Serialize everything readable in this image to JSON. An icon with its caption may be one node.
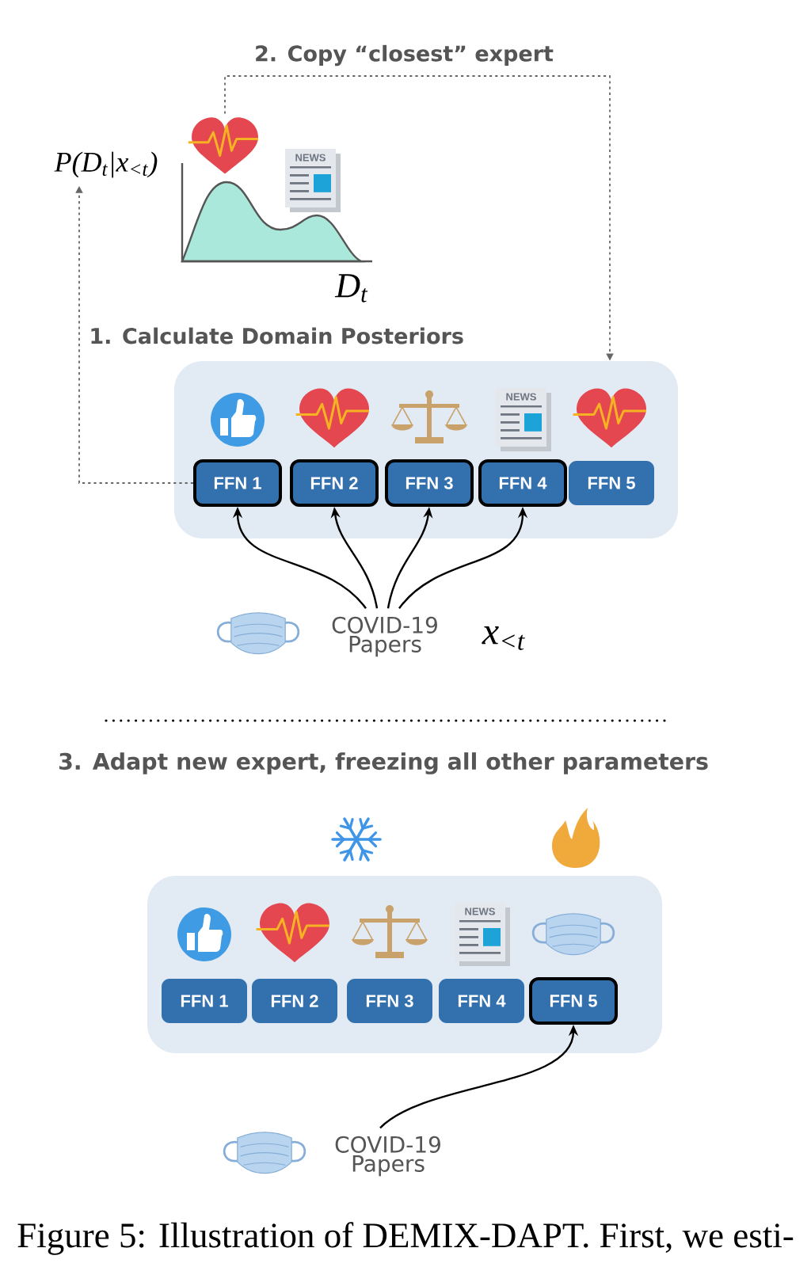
{
  "diagram": {
    "caption": "Figure 5: Illustration of DEMIX-DAPT. First, we esti-",
    "nodes": [
      {
        "text": [
          "P(D$_{t}$|x$_{<t}$)"
        ]
      },
      {
        "text": [],
        "shape": "picture",
        "beside": [
          "D$_{t}$"
        ]
      },
      {
        "text": [],
        "shape": "box"
      },
      {
        "text": [
          "FFN 1"
        ],
        "in": 2
      },
      {
        "text": [
          "FFN 2"
        ],
        "in": 2
      },
      {
        "text": [
          "FFN 3"
        ],
        "in": 2
      },
      {
        "text": [
          "FFN 4"
        ],
        "in": 2
      },
      {
        "text": [
          "FFN 5"
        ],
        "in": 2
      },
      {
        "text": [
          "COVID-19 Papers"
        ],
        "beside": [
          "x$_{<t}$"
        ]
      },
      {
        "text": [],
        "shape": "box"
      },
      {
        "text": [
          "FFN 1"
        ],
        "in": 9
      },
      {
        "text": [
          "FFN 2"
        ],
        "in": 9
      },
      {
        "text": [
          "FFN 3"
        ],
        "in": 9
      },
      {
        "text": [
          "FFN 4"
        ],
        "in": 9
      },
      {
        "text": [
          "FFN 5"
        ],
        "in": 9
      },
      {
        "text": [
          "COVID-19 Papers"
        ]
      }
    ],
    "edges": [
      {
        "from": 3,
        "to": 0,
        "arrow": "to",
        "style": "dashed",
        "color": "#666666",
        "label": "1. Calculate Domain Posteriors"
      },
      {
        "from": 1,
        "to": 2,
        "arrow": "to",
        "style": "dashed",
        "color": "#666666",
        "label": "2. Copy “closest” expert"
      },
      {
        "from": 8,
        "to": 3,
        "arrow": "to"
      },
      {
        "from": 8,
        "to": 4,
        "arrow": "to"
      },
      {
        "from": 8,
        "to": 5,
        "arrow": "to"
      },
      {
        "from": 8,
        "to": 6,
        "arrow": "to"
      },
      {
        "from": 15,
        "to": 14,
        "arrow": "to"
      }
    ],
    "labels": [
      "NEWS",
      "NEWS",
      "3. Adapt new expert, freezing all other parameters",
      "NEWS"
    ]
  }
}
